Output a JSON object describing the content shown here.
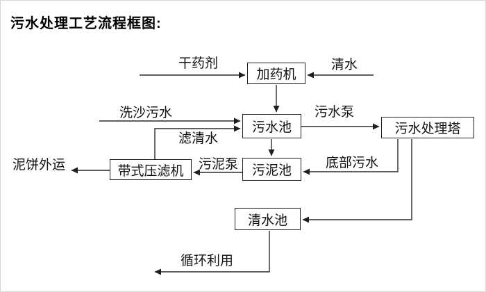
{
  "title": "污水处理工艺流程框图:",
  "nodes": {
    "dosing_machine": "加药机",
    "sewage_pool": "污水池",
    "treatment_tower": "污水处理塔",
    "belt_filter_press": "带式压滤机",
    "sludge_pool": "污泥池",
    "clean_water_pool": "清水池"
  },
  "edge_labels": {
    "dry_chemical": "干药剂",
    "clean_water": "清水",
    "sand_washing_sewage": "洗沙污水",
    "filtered_water": "滤清水",
    "sewage_pump": "污水泵",
    "bottom_sewage": "底部污水",
    "sludge_pump": "污泥泵",
    "mud_cake_out": "泥饼外运",
    "recycle": "循环利用"
  },
  "flow": [
    {
      "from": "干药剂",
      "to": "加药机"
    },
    {
      "from": "清水",
      "to": "加药机"
    },
    {
      "from": "加药机",
      "to": "污水池"
    },
    {
      "from": "洗沙污水",
      "to": "污水池"
    },
    {
      "from": "带式压滤机",
      "label": "滤清水",
      "to": "污水池"
    },
    {
      "from": "污水池",
      "label": "污水泵",
      "to": "污水处理塔"
    },
    {
      "from": "污水池",
      "to": "污泥池"
    },
    {
      "from": "污水处理塔",
      "label": "底部污水",
      "to": "污泥池"
    },
    {
      "from": "污泥池",
      "label": "污泥泵",
      "to": "带式压滤机"
    },
    {
      "from": "带式压滤机",
      "to": "泥饼外运"
    },
    {
      "from": "污水处理塔",
      "to": "清水池"
    },
    {
      "from": "清水池",
      "to": "循环利用"
    }
  ],
  "colors": {
    "line": "#2a2a2a",
    "box_border": "#1f1f1f",
    "background": "#ffffff",
    "text": "#000000"
  }
}
